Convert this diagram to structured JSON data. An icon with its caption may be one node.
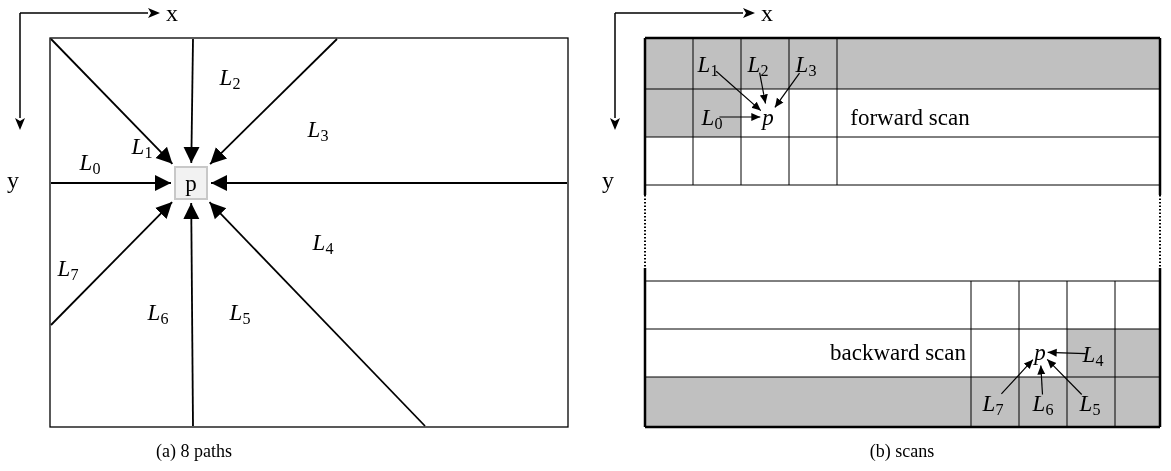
{
  "diagram": {
    "nodes": [
      {
        "text": [
          "p"
        ]
      },
      {
        "text": [
          "p"
        ]
      },
      {
        "text": [
          "*L*$_{0}$"
        ]
      },
      {
        "text": [
          "*L*$_{1}$"
        ]
      },
      {
        "text": [
          "*L*$_{2}$"
        ]
      },
      {
        "text": [
          "*L*$_{3}$"
        ]
      },
      {
        "text": [
          "p"
        ]
      },
      {
        "text": [
          "*L*$_{4}$"
        ]
      },
      {
        "text": [
          "*L*$_{7}$"
        ]
      },
      {
        "text": [
          "*L*$_{6}$"
        ]
      },
      {
        "text": [
          "*L*$_{5}$"
        ]
      }
    ],
    "edges": [
      {
        "from": null,
        "to": 0,
        "arrow": "to",
        "label": "*L*$_{0}$"
      },
      {
        "from": null,
        "to": 0,
        "arrow": "to",
        "label": "*L*$_{1}$"
      },
      {
        "from": null,
        "to": 0,
        "arrow": "to",
        "label": "*L*$_{2}$"
      },
      {
        "from": null,
        "to": 0,
        "arrow": "to",
        "label": "*L*$_{3}$"
      },
      {
        "from": null,
        "to": 0,
        "arrow": "to",
        "label": "*L*$_{4}$"
      },
      {
        "from": null,
        "to": 0,
        "arrow": "to",
        "label": "*L*$_{5}$"
      },
      {
        "from": null,
        "to": 0,
        "arrow": "to",
        "label": "*L*$_{6}$"
      },
      {
        "from": null,
        "to": 0,
        "arrow": "to",
        "label": "*L*$_{7}$"
      },
      {
        "from": 2,
        "to": 1,
        "arrow": "to"
      },
      {
        "from": 3,
        "to": 1,
        "arrow": "to"
      },
      {
        "from": 4,
        "to": 1,
        "arrow": "to"
      },
      {
        "from": 5,
        "to": 1,
        "arrow": "to"
      },
      {
        "from": 7,
        "to": 6,
        "arrow": "to"
      },
      {
        "from": 8,
        "to": 6,
        "arrow": "to"
      },
      {
        "from": 9,
        "to": 6,
        "arrow": "to"
      },
      {
        "from": 10,
        "to": 6,
        "arrow": "to"
      }
    ],
    "labels": [
      "x",
      "y",
      "x",
      "y",
      "forward scan",
      "backward scan",
      "(a) 8 paths",
      "(b) scans"
    ]
  }
}
